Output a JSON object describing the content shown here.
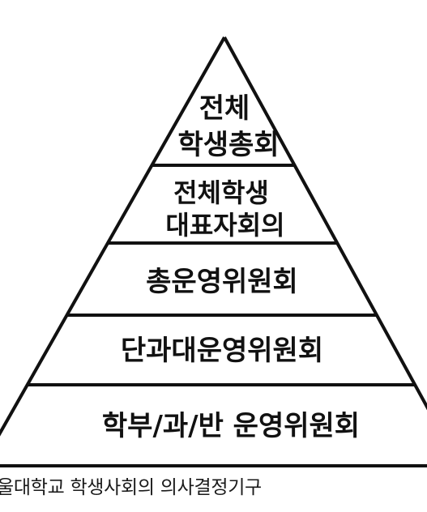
{
  "pyramid": {
    "tiers": [
      {
        "lines": [
          "전체",
          "학생총회"
        ]
      },
      {
        "lines": [
          "전체학생",
          "대표자회의"
        ]
      },
      {
        "lines": [
          "총운영위원회"
        ]
      },
      {
        "lines": [
          "단과대운영위원회"
        ]
      },
      {
        "lines": [
          "학부/과/반 운영위원회"
        ]
      }
    ],
    "colors": {
      "stroke": "#111111",
      "fill": "#ffffff",
      "text": "#111111"
    }
  },
  "caption": {
    "text": "울대학교 학생사회의 의사결정기구"
  }
}
